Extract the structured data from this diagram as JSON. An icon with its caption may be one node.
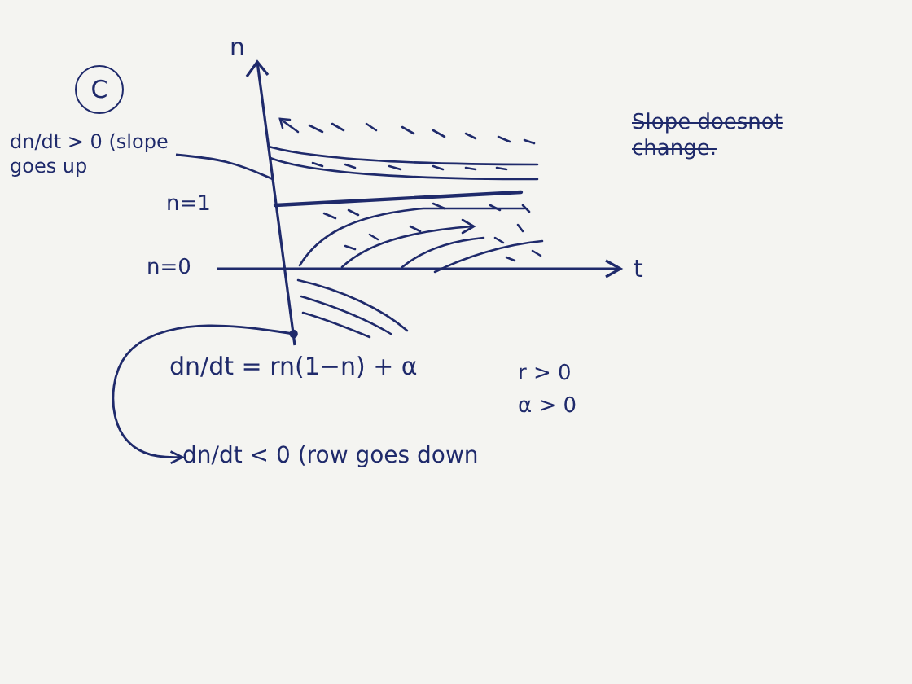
{
  "diagram": {
    "nodes": [
      {
        "text": [
          "C"
        ]
      },
      {
        "text": [
          "dn/dt > 0 (slope goes up"
        ]
      },
      {
        "text": [],
        "shape": "line"
      },
      {
        "text": [
          "dn/dt < 0 (row goes down"
        ]
      }
    ],
    "edges": [
      {
        "from": 1,
        "to": 2,
        "arrow": "none"
      },
      {
        "from": 2,
        "to": 3,
        "arrow": "to"
      }
    ],
    "labels": [
      "n",
      "n=1",
      "n=0",
      "t",
      "Slope doesnot change.",
      "dn/dt = rn(1−n) + α",
      "r > 0",
      "α > 0"
    ]
  }
}
